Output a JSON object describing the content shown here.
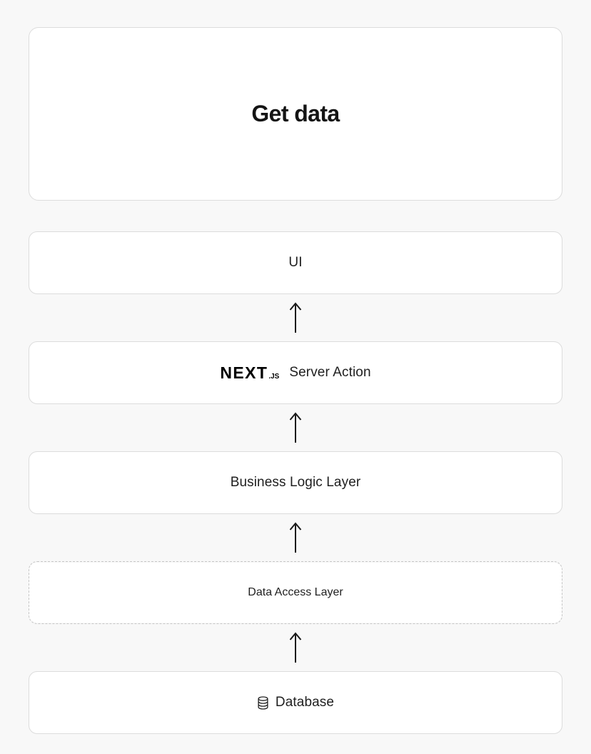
{
  "theme": {
    "background": "#f8f8f8",
    "card_background": "#ffffff",
    "card_border": "#dcdcdc",
    "dashed_border": "#c6c6c6",
    "text": "#202020",
    "heading_text": "#141414",
    "arrow": "#1a1a1a"
  },
  "diagram": {
    "title": "Get data",
    "layers": [
      {
        "label": "UI",
        "style": "solid",
        "icon": null
      },
      {
        "label": "Server Action",
        "style": "solid",
        "icon": "nextjs-logo"
      },
      {
        "label": "Business Logic Layer",
        "style": "solid",
        "icon": null
      },
      {
        "label": "Data Access Layer",
        "style": "dashed",
        "icon": null
      },
      {
        "label": "Database",
        "style": "solid",
        "icon": "database-icon"
      }
    ],
    "nextjs_logo": {
      "wordmark": "NEXT",
      "suffix": ".JS"
    },
    "arrow_glyph": "arrow-up",
    "arrow_count": 4,
    "flow_direction": "upward"
  }
}
